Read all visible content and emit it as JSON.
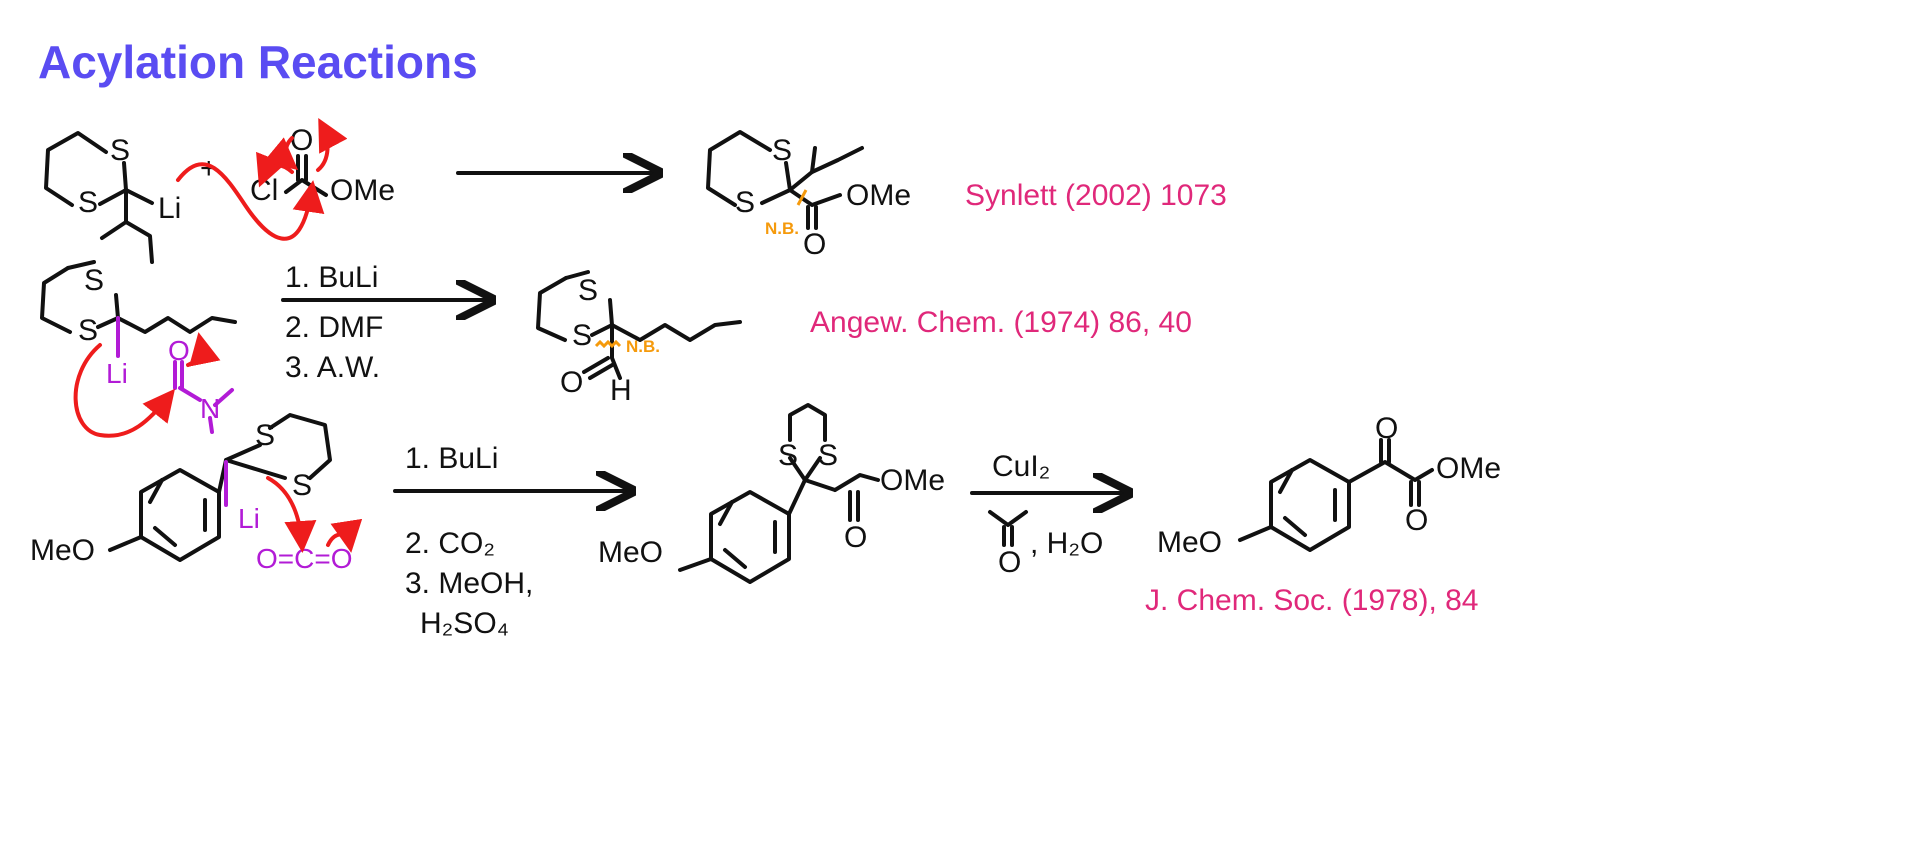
{
  "title": "Acylation Reactions",
  "reaction1": {
    "reactant_atoms": {
      "s1": "S",
      "s2": "S",
      "li": "Li"
    },
    "plus": "+",
    "acyl_chloride": {
      "o": "O",
      "cl": "Cl",
      "ome": "OMe"
    },
    "product": {
      "s1": "S",
      "s2": "S",
      "ome": "OMe",
      "o": "O",
      "nb": "N.B."
    },
    "reference": "Synlett (2002) 1073"
  },
  "reaction2": {
    "reactant_atoms": {
      "s1": "S",
      "s2": "S",
      "li": "Li"
    },
    "dmf": {
      "o": "O",
      "n": "N"
    },
    "conditions": [
      "1. BuLi",
      "2. DMF",
      "3. A.W."
    ],
    "product": {
      "s1": "S",
      "s2": "S",
      "o": "O",
      "h": "H",
      "nb": "N.B."
    },
    "reference": "Angew. Chem. (1974) 86, 40"
  },
  "reaction3": {
    "reactant_atoms": {
      "meo": "MeO",
      "s1": "S",
      "s2": "S",
      "li": "Li"
    },
    "co2": "O=C=O",
    "conditions": [
      "1. BuLi",
      "2. CO₂",
      "3. MeOH,",
      "H₂SO₄"
    ],
    "intermediate": {
      "meo": "MeO",
      "s1": "S",
      "s2": "S",
      "ome": "OMe",
      "o": "O"
    },
    "step2_conditions": {
      "reagent": "CuI₂",
      "acetone_o": "O",
      "water": ", H₂O"
    },
    "product": {
      "meo": "MeO",
      "o1": "O",
      "o2": "O",
      "ome": "OMe"
    },
    "reference": "J. Chem. Soc. (1978), 84"
  },
  "colors": {
    "title": "#5a4cf2",
    "reference": "#e0287a",
    "arrow": "#ee1c1c",
    "highlight": "#b21bd6",
    "note": "#f59a0c"
  }
}
